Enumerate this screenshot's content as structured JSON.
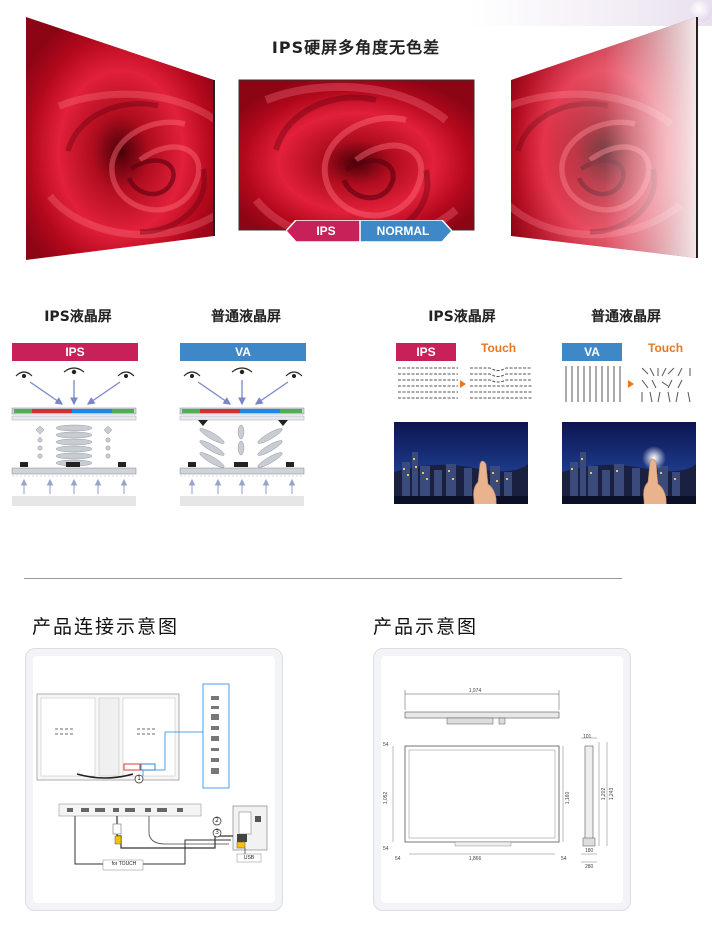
{
  "banner": {
    "title": "IPS硬屏多角度无色差",
    "tag_ips": "IPS",
    "tag_normal": "NORMAL"
  },
  "comparison": {
    "left": {
      "ips_label": "IPS液晶屏",
      "va_label": "普通液晶屏",
      "ips_badge": "IPS",
      "va_badge": "VA"
    },
    "right": {
      "ips_label": "IPS液晶屏",
      "va_label": "普通液晶屏",
      "ips_badge": "IPS",
      "va_badge": "VA",
      "touch_1": "Touch",
      "touch_2": "Touch"
    }
  },
  "connection": {
    "title": "产品连接示意图",
    "marker_1": "1",
    "marker_2": "2",
    "marker_3": "3",
    "for_touch": "for TOUCH",
    "usb": "USB"
  },
  "product": {
    "title": "产品示意图",
    "dims": {
      "width_top": "1,974",
      "inner_width": "1,866",
      "height_left": "1,052",
      "height_mid": "1,160",
      "side_101": "101",
      "side_1202": "1,202",
      "side_1243": "1,243",
      "side_180": "180",
      "side_280": "280",
      "m54_tl": "54",
      "m54_bl": "54",
      "m54_b1": "54",
      "m54_b2": "54"
    }
  },
  "colors": {
    "ips_accent": "#c8215a",
    "va_accent": "#3f88c8",
    "touch_accent": "#e87722",
    "silk_red": "#c8102e"
  }
}
